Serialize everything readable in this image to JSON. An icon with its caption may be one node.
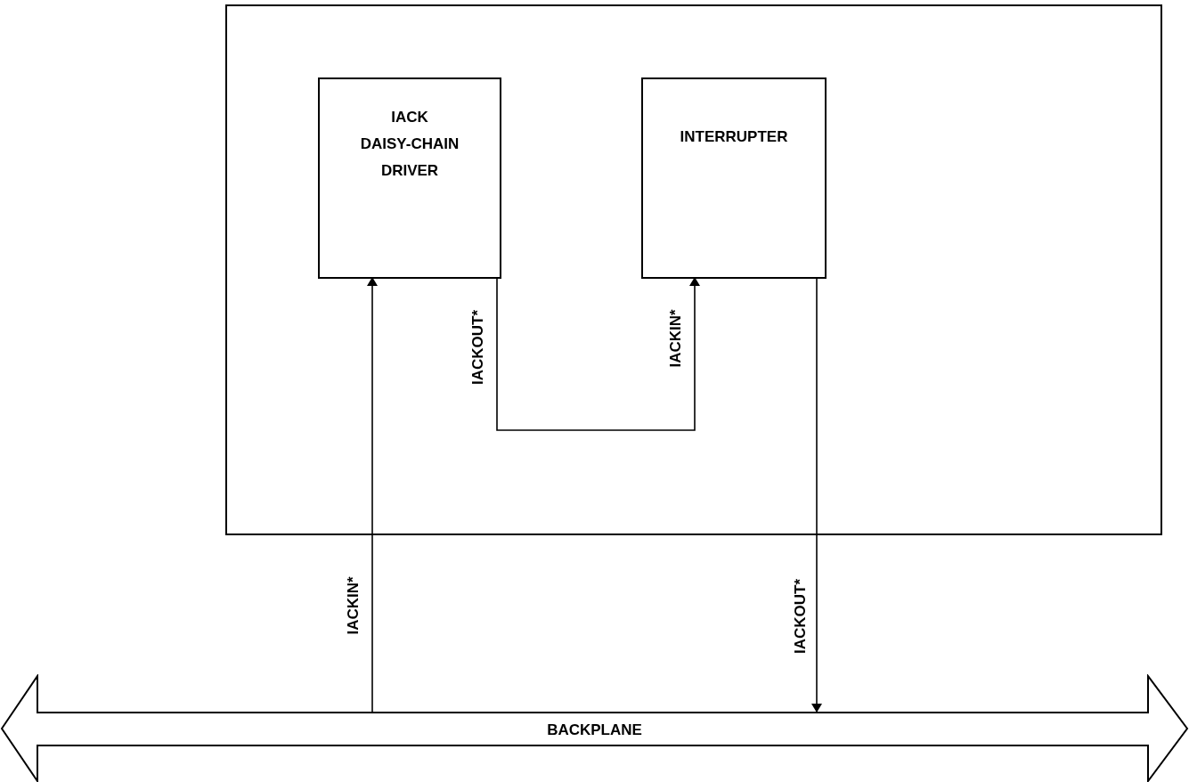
{
  "diagram": {
    "nodes": [
      {
        "text": [],
        "shape": "box"
      },
      {
        "text": [
          "IACK DAISY-CHAIN DRIVER"
        ],
        "in": 0
      },
      {
        "text": [
          "INTERRUPTER"
        ],
        "in": 0
      },
      {
        "text": [
          "BACKPLANE"
        ]
      }
    ],
    "edges": [
      {
        "from": 3,
        "to": 1,
        "arrow": "to",
        "label": "IACKIN*"
      },
      {
        "from": 1,
        "to": 2,
        "arrow": "to",
        "label": "IACKOUT*"
      },
      {
        "from": 2,
        "to": 3,
        "arrow": "to",
        "label": "IACKOUT*"
      }
    ],
    "labels": [
      "IACKIN*"
    ]
  }
}
